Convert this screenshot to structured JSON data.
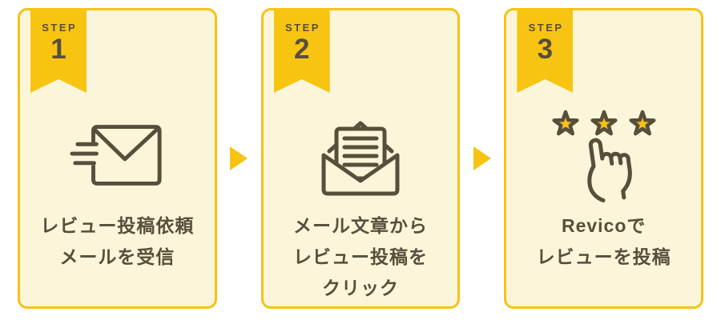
{
  "colors": {
    "accent_gold": "#F5C317",
    "ribbon_gold": "#F8C412",
    "card_background": "#FBF6D9",
    "text_brown": "#574E3B",
    "star_fill": "#F7C117",
    "page_background": "#FFFFFF"
  },
  "steps": [
    {
      "badge": "STEP",
      "number": "1",
      "icon": "mail-send-icon",
      "lines": [
        "レビュー投稿依頼",
        "メールを受信"
      ]
    },
    {
      "badge": "STEP",
      "number": "2",
      "icon": "mail-open-icon",
      "lines": [
        "メール文章から",
        "レビュー投稿を",
        "クリック"
      ]
    },
    {
      "badge": "STEP",
      "number": "3",
      "icon": "stars-tap-icon",
      "lines": [
        "Revicoで",
        "レビューを投稿"
      ]
    }
  ]
}
